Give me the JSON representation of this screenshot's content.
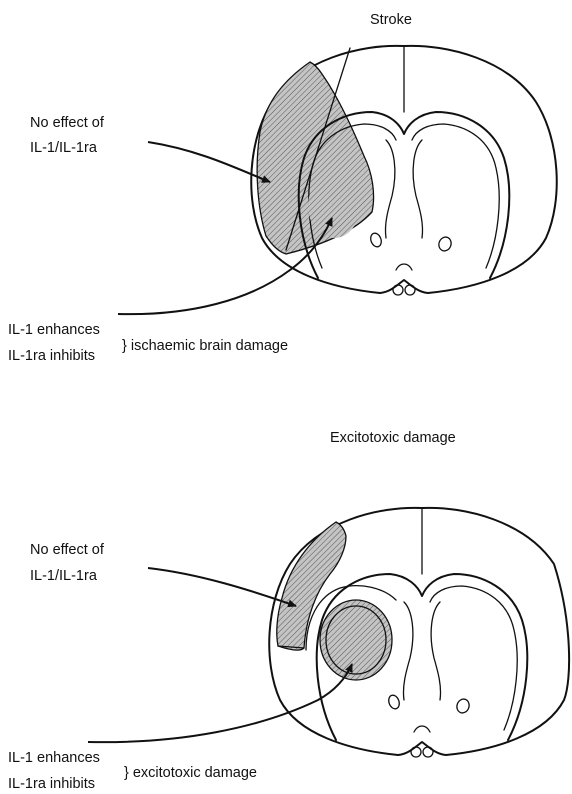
{
  "panels": [
    {
      "title": "Stroke",
      "no_effect_line1": "No effect of",
      "no_effect_line2": "IL-1/IL-1ra",
      "effect_line1": "IL-1 enhances",
      "effect_line2": "IL-1ra inhibits",
      "effect_outcome": "} ischaemic brain damage"
    },
    {
      "title": "Excitotoxic damage",
      "no_effect_line1": "No effect of",
      "no_effect_line2": "IL-1/IL-1ra",
      "effect_line1": "IL-1 enhances",
      "effect_line2": "IL-1ra inhibits",
      "effect_outcome": "} excitotoxic damage"
    }
  ],
  "colors": {
    "hatch_fill": "#c4c4c4",
    "line": "#111111"
  }
}
